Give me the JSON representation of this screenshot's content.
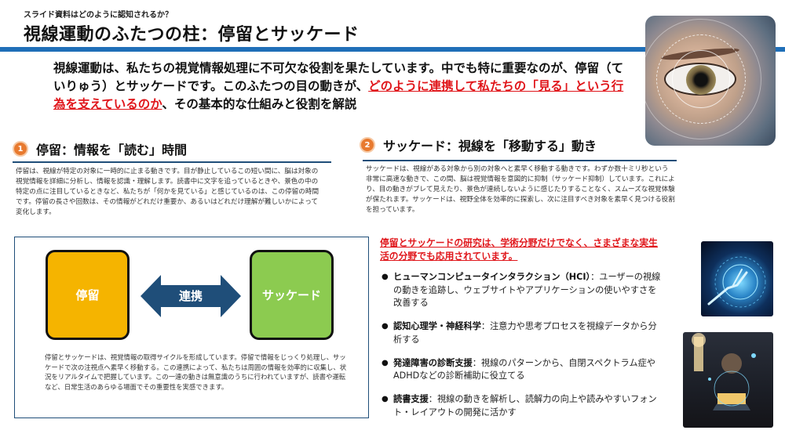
{
  "header": {
    "kicker": "スライド資料はどのように認知されるか？",
    "title": "視線運動のふたつの柱：停留とサッケード"
  },
  "intro": {
    "part1": "視線運動は、私たちの視覚情報処理に不可欠な役割を果たしています。中でも特に重要なのが、停留（ていりゅう）とサッケードです。このふたつの目の動きが、",
    "highlight": "どのように連携して私たちの「見る」という行為を支えているのか",
    "part2": "、その基本的な仕組みと役割を解説"
  },
  "section1": {
    "number": "1",
    "title": "停留：情報を「読む」時間",
    "body": "停留は、視線が特定の対象に一時的に止まる動きです。目が静止しているこの短い間に、脳は対象の視覚情報を詳細に分析し、情報を認識・理解します。読書中に文字を追っているときや、景色の中の特定の点に注目しているときなど、私たちが「何かを見ている」と感じているのは、この停留の時間です。停留の長さや回数は、その情報がどれだけ重要か、あるいはどれだけ理解が難しいかによって変化します。"
  },
  "section2": {
    "number": "2",
    "title": "サッケード：視線を「移動する」動き",
    "body": "サッケードは、視線がある対象から別の対象へと素早く移動する動きです。わずか数十ミリ秒という非常に高速な動きで、この間、脳は視覚情報を意図的に抑制（サッケード抑制）しています。これにより、目の動きがブレて見えたり、景色が連続しないように感じたりすることなく、スムーズな視覚体験が保たれます。サッケードは、視野全体を効率的に探索し、次に注目すべき対象を素早く見つける役割を担っています。"
  },
  "diagram": {
    "left_box": "停留",
    "arrow_label": "連携",
    "right_box": "サッケード",
    "body": "停留とサッケードは、視覚情報の取得サイクルを形成しています。停留で情報をじっくり処理し、サッケードで次の注視点へ素早く移動する。この連携によって、私たちは周囲の情報を効率的に収集し、状況をリアルタイムで把握しています。この一連の動きは無意識のうちに行われていますが、読書や運転など、日常生活のあらゆる場面でその重要性を実感できます。",
    "colors": {
      "left": "#f5b400",
      "arrow": "#1f4e79",
      "right": "#8ccb50"
    }
  },
  "research": {
    "lead": "停留とサッケードの研究は、学術分野だけでなく、さまざまな実生活の分野でも応用されています。",
    "items": [
      {
        "term": "ヒューマンコンピュータインタラクション（HCI）",
        "desc": "：ユーザーの視線の動きを追跡し、ウェブサイトやアプリケーションの使いやすさを改善する"
      },
      {
        "term": "認知心理学・神経科学",
        "desc": "：注意力や思考プロセスを視線データから分析する"
      },
      {
        "term": "発達障害の診断支援",
        "desc": "：視線のパターンから、自閉スペクトラム症やADHDなどの診断補助に役立てる"
      },
      {
        "term": "読書支援",
        "desc": "：視線の動きを解析し、読解力の向上や読みやすいフォント・レイアウトの開発に活かす"
      }
    ]
  },
  "theme": {
    "accent": "#1f6fb8",
    "badge": "#e87a2f",
    "highlight": "#e0161b"
  }
}
